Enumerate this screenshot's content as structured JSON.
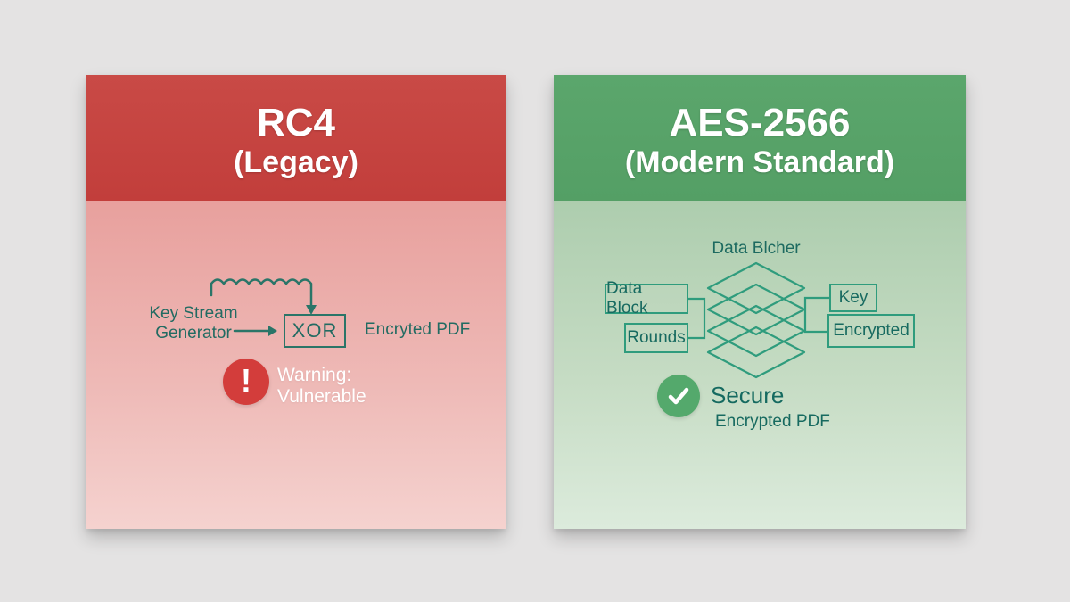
{
  "page": {
    "background_color": "#e4e3e3"
  },
  "left_panel": {
    "title": "RC4",
    "subtitle": "(Legacy)",
    "header_color": "#c5433f",
    "body_gradient_top": "#e8a09d",
    "body_gradient_bottom": "#f5d2cf",
    "diagram": {
      "generator_label_line1": "Key Stream",
      "generator_label_line2": "Generator",
      "xor_label": "XOR",
      "output_label": "Encryted PDF",
      "warning_icon": "!",
      "warning_line1": "Warning:",
      "warning_line2": "Vulnerable",
      "warning_circle_color": "#d33d3b",
      "stroke_color": "#2a7568",
      "text_color": "#226b62"
    }
  },
  "right_panel": {
    "title": "AES-2566",
    "subtitle": "(Modern Standard)",
    "header_color": "#58a269",
    "body_gradient_top": "#adcdae",
    "body_gradient_bottom": "#dcebdc",
    "diagram": {
      "stack_label": "Data Blcher",
      "box_data_block": "Data Block",
      "box_rounds": "Rounds",
      "box_key": "Key",
      "box_encrypted": "Encrypted",
      "check_icon": "✓",
      "secure_label": "Secure",
      "output_label": "Encrypted PDF",
      "check_circle_color": "#54a96c",
      "stroke_color": "#2f9c7d",
      "text_color": "#176a60"
    }
  }
}
